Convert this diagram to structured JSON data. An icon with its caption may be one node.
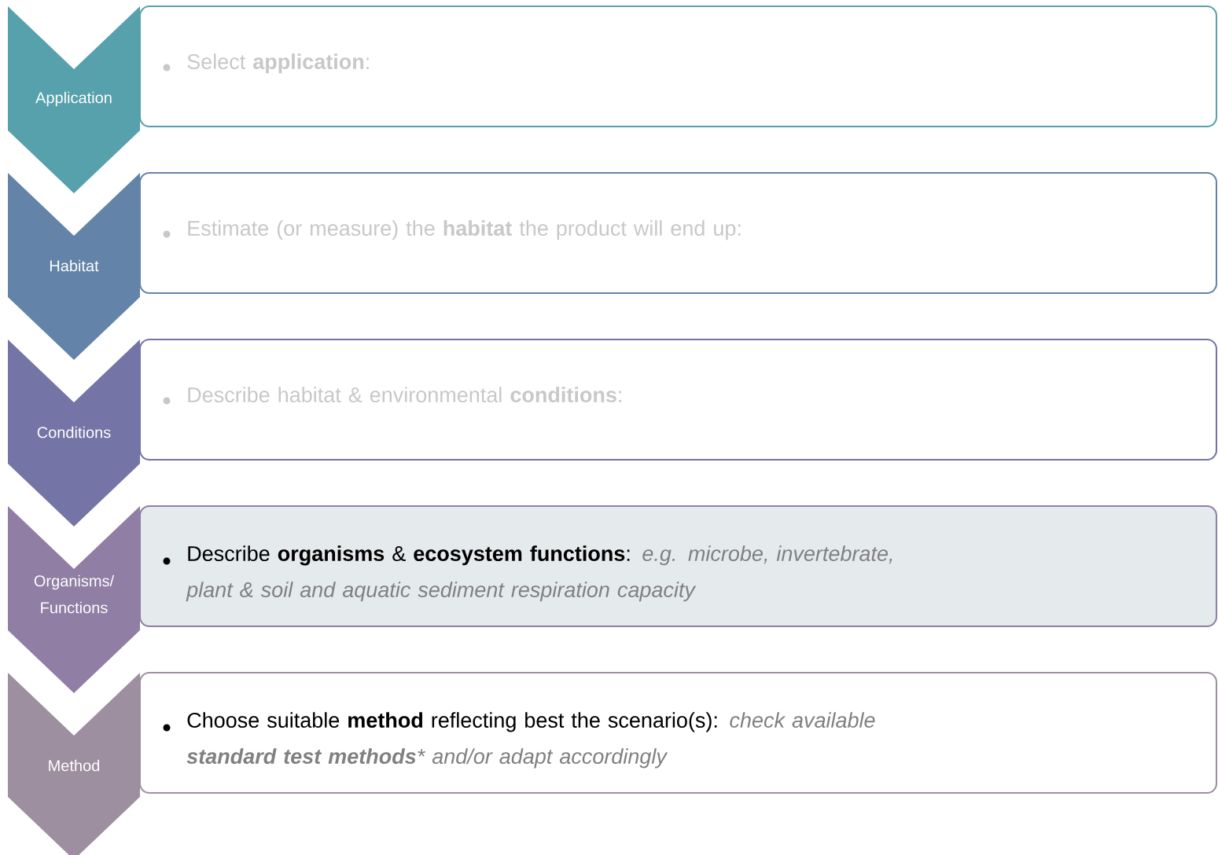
{
  "diagram": {
    "nodes": [
      {
        "text": [
          "Application"
        ]
      },
      {
        "text": [
          "Habitat"
        ]
      },
      {
        "text": [
          "Conditions"
        ]
      },
      {
        "text": [
          "Organisms/ Functions"
        ]
      },
      {
        "text": [
          "Method"
        ]
      },
      {
        "text": [
          "Select **application**:"
        ]
      },
      {
        "text": [
          "Estimate (or measure) the **habitat** the product will end up:"
        ]
      },
      {
        "text": [
          "Describe habitat & environmental **conditions**:"
        ]
      },
      {
        "text": [
          "Describe **organisms** & **ecosystem functions**:",
          "e.g. microbe, invertebrate, plant & soil and aquatic sediment respiration capacity"
        ]
      },
      {
        "text": [
          "Choose suitable **method** reflecting best the scenario(s):",
          "check available **standard test methods*** and/or adapt accordingly"
        ]
      }
    ]
  }
}
